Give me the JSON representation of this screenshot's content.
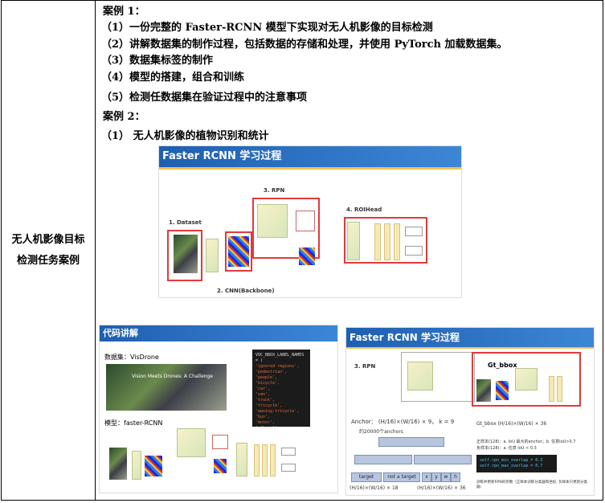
{
  "left_cell": {
    "line1": "无人机影像目标",
    "line2": "检测任务案例"
  },
  "case1": {
    "title": "案例 1：",
    "items": [
      "（1）一份完整的 Faster-RCNN 模型下实现对无人机影像的目标检测",
      "（2）讲解数据集的制作过程，包括数据的存储和处理，并使用 PyTorch 加载数据集。",
      "（3）数据集标签的制作",
      "（4）模型的搭建，组合和训练",
      "（5）检测任数据集在验证过程中的注意事项"
    ]
  },
  "case2": {
    "title": "案例 2：",
    "items": [
      "（1）   无人机影像的植物识别和统计"
    ]
  },
  "slide1": {
    "title": "Faster RCNN 学习过程",
    "labels": {
      "dataset": "1. Dataset",
      "rpn": "3. RPN",
      "roihead": "4. ROIHead",
      "cnn": "2. CNN(Backbone)"
    }
  },
  "slide2": {
    "title": "代码讲解",
    "dataset_label": "数据集：VisDrone",
    "model_label": "模型：faster-RCNN",
    "video_caption": "Vision Meets Drones: A Challenge",
    "code_lines": [
      "VOC_BBOX_LABEL_NAMES = (",
      "  'ignored regions',",
      "  'pedestrian',",
      "  'people',",
      "  'bicycle',",
      "  'car',",
      "  'van',",
      "  'truck',",
      "  'tricycle',",
      "  'awning-tricycle',",
      "  'bus',",
      "  'motor',",
      "  'others')"
    ]
  },
  "slide3": {
    "title": "Faster RCNN 学习过程",
    "rpn_label": "3. RPN",
    "gt_label": "Gt_bbox",
    "anchor_text": "Anchor：  (H/16)×(W/16) × 9，  k = 9",
    "anchor_count": "约20000个anchors",
    "gt_text": "Gt_bbox        (H/16)×(W/16) × 36",
    "pos_text": "正样本(128)：a. IoU 最大的anchor；b. 任意IoU>0.7",
    "neg_text": "负样本(128)：a. 任意 IoU < 0.3",
    "target_label": "target",
    "not_target_label": "not a target",
    "xywh": [
      "x",
      "y",
      "w",
      "h"
    ],
    "bottom_left": "(H/16)×(W/16) × 18",
    "bottom_right": "(H/16)×(W/16) × 36",
    "code1": "self.rpn_min_overlap = 0.3",
    "code2": "self.rpn_max_overlap = 0.7",
    "note": "训练并更新RPN的参数（正样本训练分类器和坐标, 负样本只更新分类器）"
  }
}
